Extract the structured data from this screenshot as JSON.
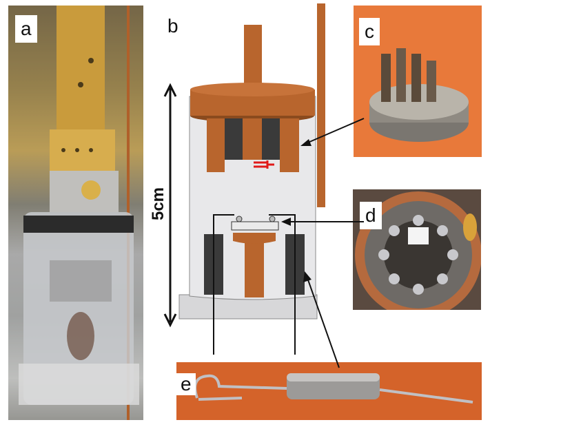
{
  "panels": {
    "a": "a",
    "b": "b",
    "c": "c",
    "d": "d",
    "e": "e"
  },
  "scale_label": "5cm",
  "colors": {
    "copper": "#b8652d",
    "copper_dark": "#8a4a1e",
    "magnet": "#3a3a3a",
    "cylinder": "#e8e8ea",
    "base": "#d7d7d9",
    "orange_bg": "#e8793a",
    "heater": "#e01a1a"
  }
}
